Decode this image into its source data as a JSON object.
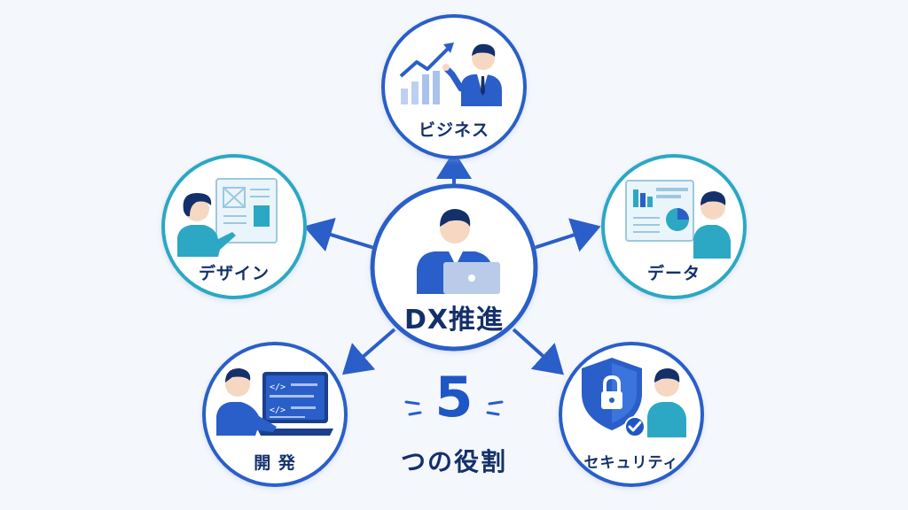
{
  "center": {
    "label": "DX推進"
  },
  "roles": [
    {
      "id": "business",
      "label": "ビジネス"
    },
    {
      "id": "design",
      "label": "デザイン"
    },
    {
      "id": "data",
      "label": "データ"
    },
    {
      "id": "development",
      "label": "開 発"
    },
    {
      "id": "security",
      "label": "セキュリティ"
    }
  ],
  "summary": {
    "number": "5",
    "caption": "つの役割"
  },
  "colors": {
    "navy": "#14306b",
    "blue": "#2a5ec8",
    "teal": "#2ca8c4",
    "background": "#f4f7fc"
  }
}
